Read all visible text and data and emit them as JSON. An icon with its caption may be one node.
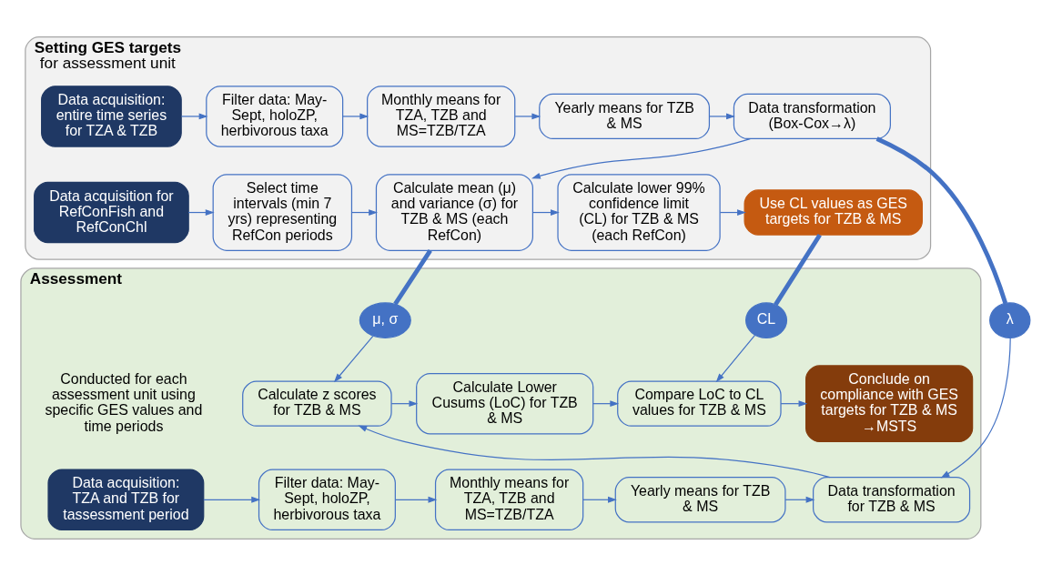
{
  "diagram": {
    "nodes": [
      {
        "text": [
          "Setting GES targets",
          "for assessment unit"
        ]
      },
      {
        "text": [
          "Data acquisition: entire time series for TZA & TZB"
        ],
        "in": 0
      },
      {
        "text": [
          "Filter data: May-Sept, holoZP, herbivorous taxa"
        ],
        "in": 0
      },
      {
        "text": [
          "Monthly means for TZA, TZB and MS=TZB/TZA"
        ],
        "in": 0
      },
      {
        "text": [
          "Yearly means for TZB & MS"
        ],
        "in": 0
      },
      {
        "text": [
          "Data transformation (Box-Cox→λ)"
        ],
        "in": 0
      },
      {
        "text": [
          "Data acquisition for RefConFish and RefConChl"
        ],
        "in": 0
      },
      {
        "text": [
          "Select time intervals (min 7 yrs) representing RefCon periods"
        ],
        "in": 0
      },
      {
        "text": [
          "Calculate mean (μ) and variance (σ) for TZB & MS (each RefCon)"
        ],
        "in": 0
      },
      {
        "text": [
          "Calculate lower 99% confidence limit (CL) for TZB & MS (each RefCon)"
        ],
        "in": 0
      },
      {
        "text": [
          "Use CL values as GES targets for TZB & MS"
        ],
        "in": 0
      },
      {
        "text": [
          "Assessment"
        ]
      },
      {
        "text": [
          "μ, σ"
        ],
        "in": 11
      },
      {
        "text": [
          "CL"
        ],
        "in": 11
      },
      {
        "text": [
          "Calculate z scores for TZB & MS"
        ],
        "in": 11
      },
      {
        "text": [
          "Calculate Lower Cusums (LoC) for TZB & MS"
        ],
        "in": 11
      },
      {
        "text": [
          "Compare LoC to CL values for TZB & MS"
        ],
        "in": 11
      },
      {
        "text": [
          "Conclude on compliance with GES targets for TZB & MS →MSTS"
        ],
        "in": 11
      },
      {
        "text": [
          "λ"
        ]
      },
      {
        "text": [
          "Data acquisition: TZA and TZB for tassessment period"
        ],
        "in": 11
      },
      {
        "text": [
          "Filter data: May-Sept, holoZP, herbivorous taxa"
        ],
        "in": 11
      },
      {
        "text": [
          "Monthly means for TZA, TZB and MS=TZB/TZA"
        ],
        "in": 11
      },
      {
        "text": [
          "Yearly means for TZB & MS"
        ],
        "in": 11
      },
      {
        "text": [
          "Data transformation for TZB & MS"
        ],
        "in": 11
      }
    ],
    "edges": [
      {
        "from": 1,
        "to": 2,
        "arrow": "to"
      },
      {
        "from": 2,
        "to": 3,
        "arrow": "to"
      },
      {
        "from": 3,
        "to": 4,
        "arrow": "to"
      },
      {
        "from": 4,
        "to": 5,
        "arrow": "to"
      },
      {
        "from": 5,
        "to": 8,
        "arrow": "to"
      },
      {
        "from": 6,
        "to": 7,
        "arrow": "to"
      },
      {
        "from": 7,
        "to": 8,
        "arrow": "to"
      },
      {
        "from": 8,
        "to": 9,
        "arrow": "to"
      },
      {
        "from": 9,
        "to": 10,
        "arrow": "to"
      },
      {
        "from": 8,
        "to": 12,
        "arrow": "none",
        "style": "thick"
      },
      {
        "from": 12,
        "to": 14,
        "arrow": "to"
      },
      {
        "from": 10,
        "to": 13,
        "arrow": "none",
        "style": "thick"
      },
      {
        "from": 13,
        "to": 16,
        "arrow": "to"
      },
      {
        "from": 5,
        "to": 18,
        "arrow": "none",
        "style": "thick"
      },
      {
        "from": 18,
        "to": 23,
        "arrow": "to"
      },
      {
        "from": 14,
        "to": 15,
        "arrow": "to"
      },
      {
        "from": 15,
        "to": 16,
        "arrow": "to"
      },
      {
        "from": 16,
        "to": 17,
        "arrow": "to"
      },
      {
        "from": 19,
        "to": 20,
        "arrow": "to"
      },
      {
        "from": 20,
        "to": 21,
        "arrow": "to"
      },
      {
        "from": 21,
        "to": 22,
        "arrow": "to"
      },
      {
        "from": 22,
        "to": 23,
        "arrow": "to"
      },
      {
        "from": 23,
        "to": 14,
        "arrow": "to"
      }
    ],
    "labels": [
      "Conducted for each assessment unit using specific GES values and time periods"
    ]
  }
}
